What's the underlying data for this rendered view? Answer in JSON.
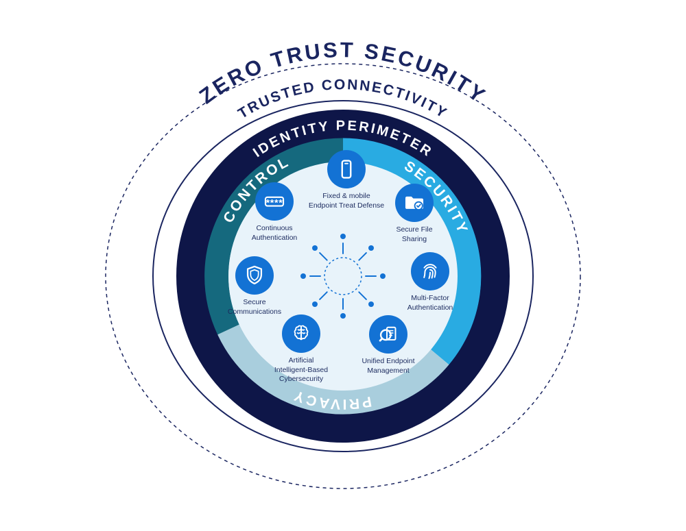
{
  "title": "ZERO TRUST SECURITY",
  "rings": {
    "outer_label": "TRUSTED CONNECTIVITY",
    "inner_label": "IDENTITY PERIMETER"
  },
  "segments": [
    {
      "label": "CONTROL",
      "color": "#15697e"
    },
    {
      "label": "SECURITY",
      "color": "#29abe2"
    },
    {
      "label": "PRIVACY",
      "color": "#a9cedd"
    }
  ],
  "nodes": [
    {
      "icon": "smartphone-icon",
      "label": "Fixed & mobile\nEndpoint Treat Defense"
    },
    {
      "icon": "password-icon",
      "label": "Continuous\nAuthentication"
    },
    {
      "icon": "folder-check-icon",
      "label": "Secure File\nSharing"
    },
    {
      "icon": "shield-icon",
      "label": "Secure\nCommunications"
    },
    {
      "icon": "fingerprint-icon",
      "label": "Multi-Factor\nAuthentication"
    },
    {
      "icon": "brain-icon",
      "label": "Artificial\nIntelligent-Based\nCybersecurity"
    },
    {
      "icon": "magnifier-document-icon",
      "label": "Unified Endpoint\nManagement"
    }
  ],
  "colors": {
    "navy_ring": "#0e1648",
    "title_navy": "#1a2560",
    "teal": "#15697e",
    "bright_blue": "#29abe2",
    "pale_blue": "#a9cedd",
    "inner_disc": "#e8f3fa",
    "node_blue": "#1372d4",
    "background": "#ffffff"
  }
}
